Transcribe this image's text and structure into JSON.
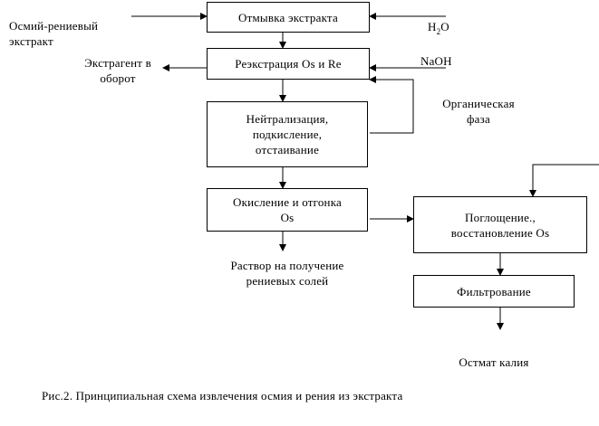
{
  "diagram": {
    "boxes": {
      "washing": "Отмывка экстракта",
      "reextraction": "Реэкстрация Os и Re",
      "neutralization": [
        "Нейтрализация,",
        "подкисление,",
        "отстаивание"
      ],
      "oxidation": [
        "Окисление и отгонка",
        "Os"
      ],
      "absorption": [
        "Поглощение.,",
        "восстановление Os"
      ],
      "filtration": "Фильтрование"
    },
    "labels": {
      "input_extract": [
        "Осмий-рениевый",
        "экстракт"
      ],
      "extractant_return": [
        "Экстрагент в",
        "оборот"
      ],
      "water_prefix": "H",
      "water_sub": "2",
      "water_suffix": "O",
      "naoh": "NaOH",
      "organic_phase": [
        "Органическая",
        "фаза"
      ],
      "rhenium_solution": [
        "Раствор на получение",
        "рениевых солей"
      ],
      "potassium_osmate": "Остмат калия"
    },
    "caption": "Рис.2.  Принципиальная схема извлечения осмия и рения из экстракта"
  }
}
